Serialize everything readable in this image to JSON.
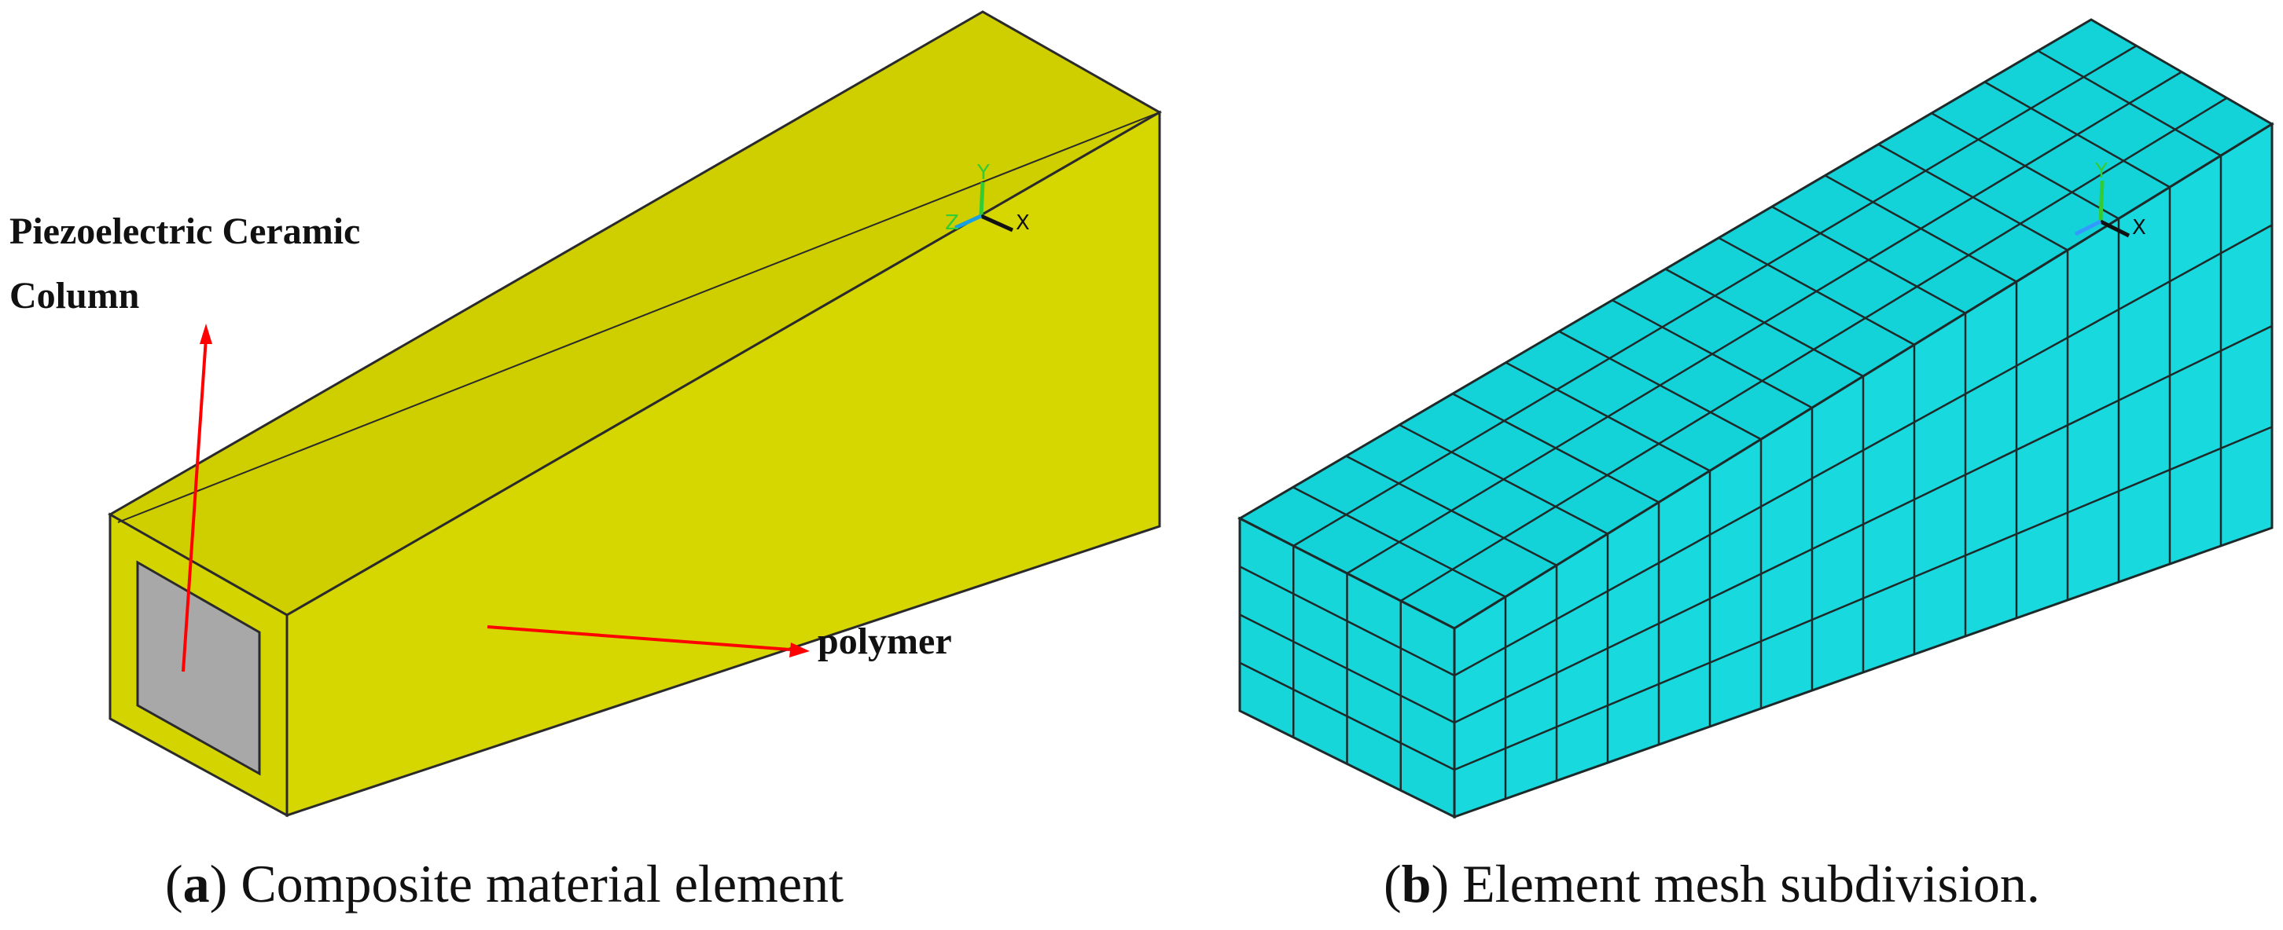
{
  "colors": {
    "polymer_fill_top": "#CFCF00",
    "polymer_fill_front": "#D4D400",
    "polymer_fill_side": "#D8D800",
    "ceramic_fill": "#A8A8A8",
    "mesh_fill": "#16D6DA",
    "mesh_line": "#1E2A2A",
    "arrow": "#FF0000",
    "outline": "#2a2a2a"
  },
  "panel_a": {
    "callout_ceramic_line1": "Piezoelectric Ceramic",
    "callout_ceramic_line2": "Column",
    "callout_polymer": "polymer",
    "axis_x": "X",
    "axis_y": "Y",
    "axis_z": "Z",
    "caption_letter": "a",
    "caption_open": "(",
    "caption_close": ")",
    "caption_text": " Composite material element"
  },
  "panel_b": {
    "axis_x": "X",
    "axis_y": "Y",
    "caption_letter": "b",
    "caption_open": "(",
    "caption_close": ")",
    "caption_text": " Element mesh subdivision."
  }
}
